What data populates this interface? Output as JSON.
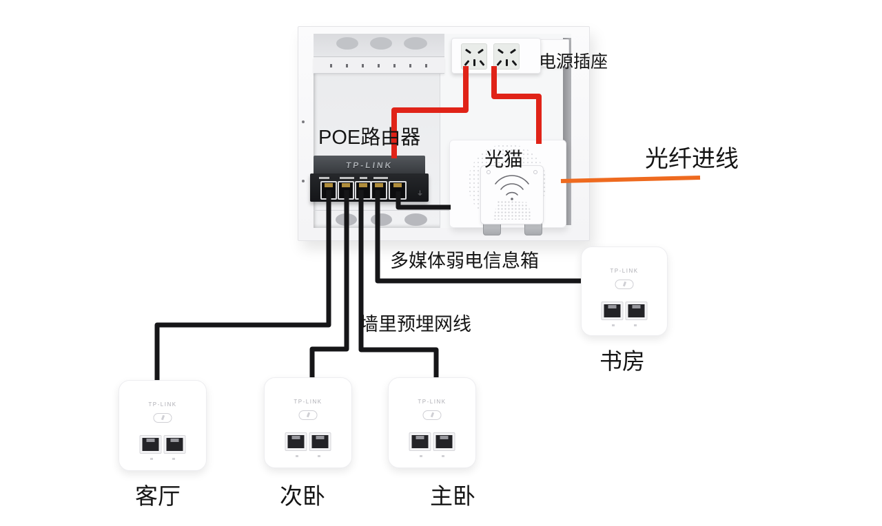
{
  "diagram": {
    "enclosure_label": "多媒体弱电信息箱",
    "power_socket_label": "电源插座",
    "poe_router_label": "POE路由器",
    "modem_label": "光猫",
    "fiber_label": "光纤进线",
    "wall_cable_label": "墙里预埋网线",
    "brand": "TP-LINK",
    "switch_ports": 5,
    "ground_mark": "⏚",
    "rooms": [
      {
        "id": "living-room",
        "label": "客厅"
      },
      {
        "id": "second-bedroom",
        "label": "次卧"
      },
      {
        "id": "master-bedroom",
        "label": "主卧"
      },
      {
        "id": "study",
        "label": "书房"
      }
    ],
    "colors": {
      "power_cable": "#e02318",
      "fiber_cable": "#ee6a1f",
      "network_cable": "#161618"
    }
  }
}
